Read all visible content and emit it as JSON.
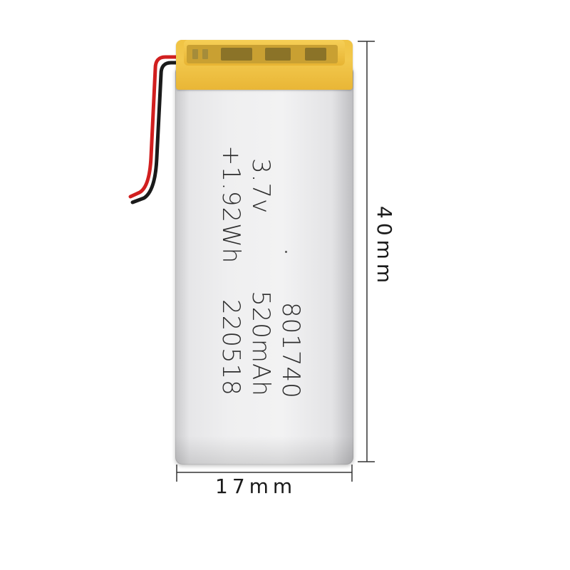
{
  "battery": {
    "label_left": [
      "+1.92Wh",
      "3.7v"
    ],
    "label_right": [
      "220518",
      "520mAh",
      "801740"
    ]
  },
  "dimensions": {
    "height": "40mm",
    "width": "17mm"
  },
  "colors": {
    "tape": "#f0c343",
    "body": "#eeeeef",
    "wire_red": "#d11f1f",
    "wire_black": "#1a1a1a",
    "dimension_line": "#333333"
  }
}
